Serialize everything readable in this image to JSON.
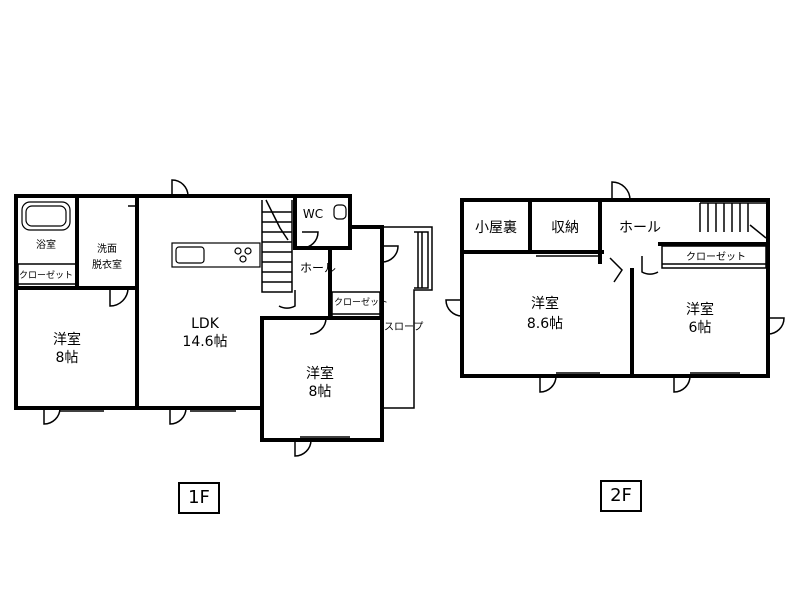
{
  "floor1": {
    "label": "1F",
    "rooms": {
      "bath": "浴室",
      "wash_1": "洗面",
      "wash_2": "脱衣室",
      "closet_left": "クローゼット",
      "western_left_1": "洋室",
      "western_left_2": "8帖",
      "ldk_1": "LDK",
      "ldk_2": "14.6帖",
      "wc": "WC",
      "hall": "ホール",
      "closet_mid": "クローゼット",
      "western_mid_1": "洋室",
      "western_mid_2": "8帖",
      "slope": "スロープ"
    }
  },
  "floor2": {
    "label": "2F",
    "rooms": {
      "attic": "小屋裏",
      "storage": "収納",
      "hall": "ホール",
      "closet": "クローゼット",
      "western_a_1": "洋室",
      "western_a_2": "8.6帖",
      "western_b_1": "洋室",
      "western_b_2": "6帖"
    }
  }
}
